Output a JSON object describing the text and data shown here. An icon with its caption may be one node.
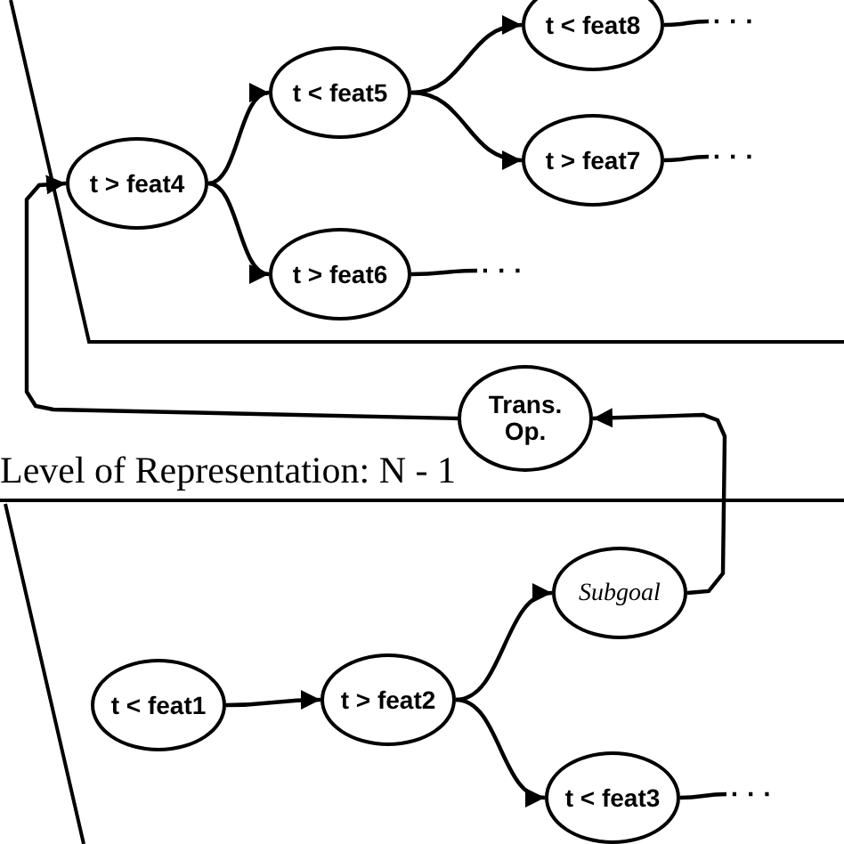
{
  "diagram": {
    "nodes": [
      {
        "text": [
          "t < feat8"
        ]
      },
      {
        "text": [
          "t < feat5"
        ]
      },
      {
        "text": [
          "t > feat7"
        ]
      },
      {
        "text": [
          "t > feat4"
        ]
      },
      {
        "text": [
          "t > feat6"
        ]
      },
      {
        "text": [
          "Trans. Op."
        ]
      },
      {
        "text": [
          "Subgoal"
        ]
      },
      {
        "text": [
          "t < feat1"
        ]
      },
      {
        "text": [
          "t > feat2"
        ]
      },
      {
        "text": [
          "t < feat3"
        ]
      },
      {
        "text": [
          "· · ·"
        ]
      },
      {
        "text": [
          "· · ·"
        ]
      },
      {
        "text": [
          "· · ·"
        ]
      },
      {
        "text": [
          "· · ·"
        ]
      }
    ],
    "edges": [
      {
        "from": 3,
        "to": 1,
        "arrow": "to"
      },
      {
        "from": 3,
        "to": 4,
        "arrow": "to"
      },
      {
        "from": 1,
        "to": 0,
        "arrow": "to"
      },
      {
        "from": 1,
        "to": 2,
        "arrow": "to"
      },
      {
        "from": 0,
        "to": 10,
        "arrow": "none"
      },
      {
        "from": 2,
        "to": 11,
        "arrow": "none"
      },
      {
        "from": 4,
        "to": 12,
        "arrow": "none"
      },
      {
        "from": 5,
        "to": 3,
        "arrow": "to"
      },
      {
        "from": 6,
        "to": 5,
        "arrow": "to"
      },
      {
        "from": 7,
        "to": 8,
        "arrow": "to"
      },
      {
        "from": 8,
        "to": 6,
        "arrow": "to"
      },
      {
        "from": 8,
        "to": 9,
        "arrow": "to"
      },
      {
        "from": 9,
        "to": 13,
        "arrow": "none"
      }
    ],
    "labels": [
      "Level of Representation: N - 1"
    ]
  }
}
